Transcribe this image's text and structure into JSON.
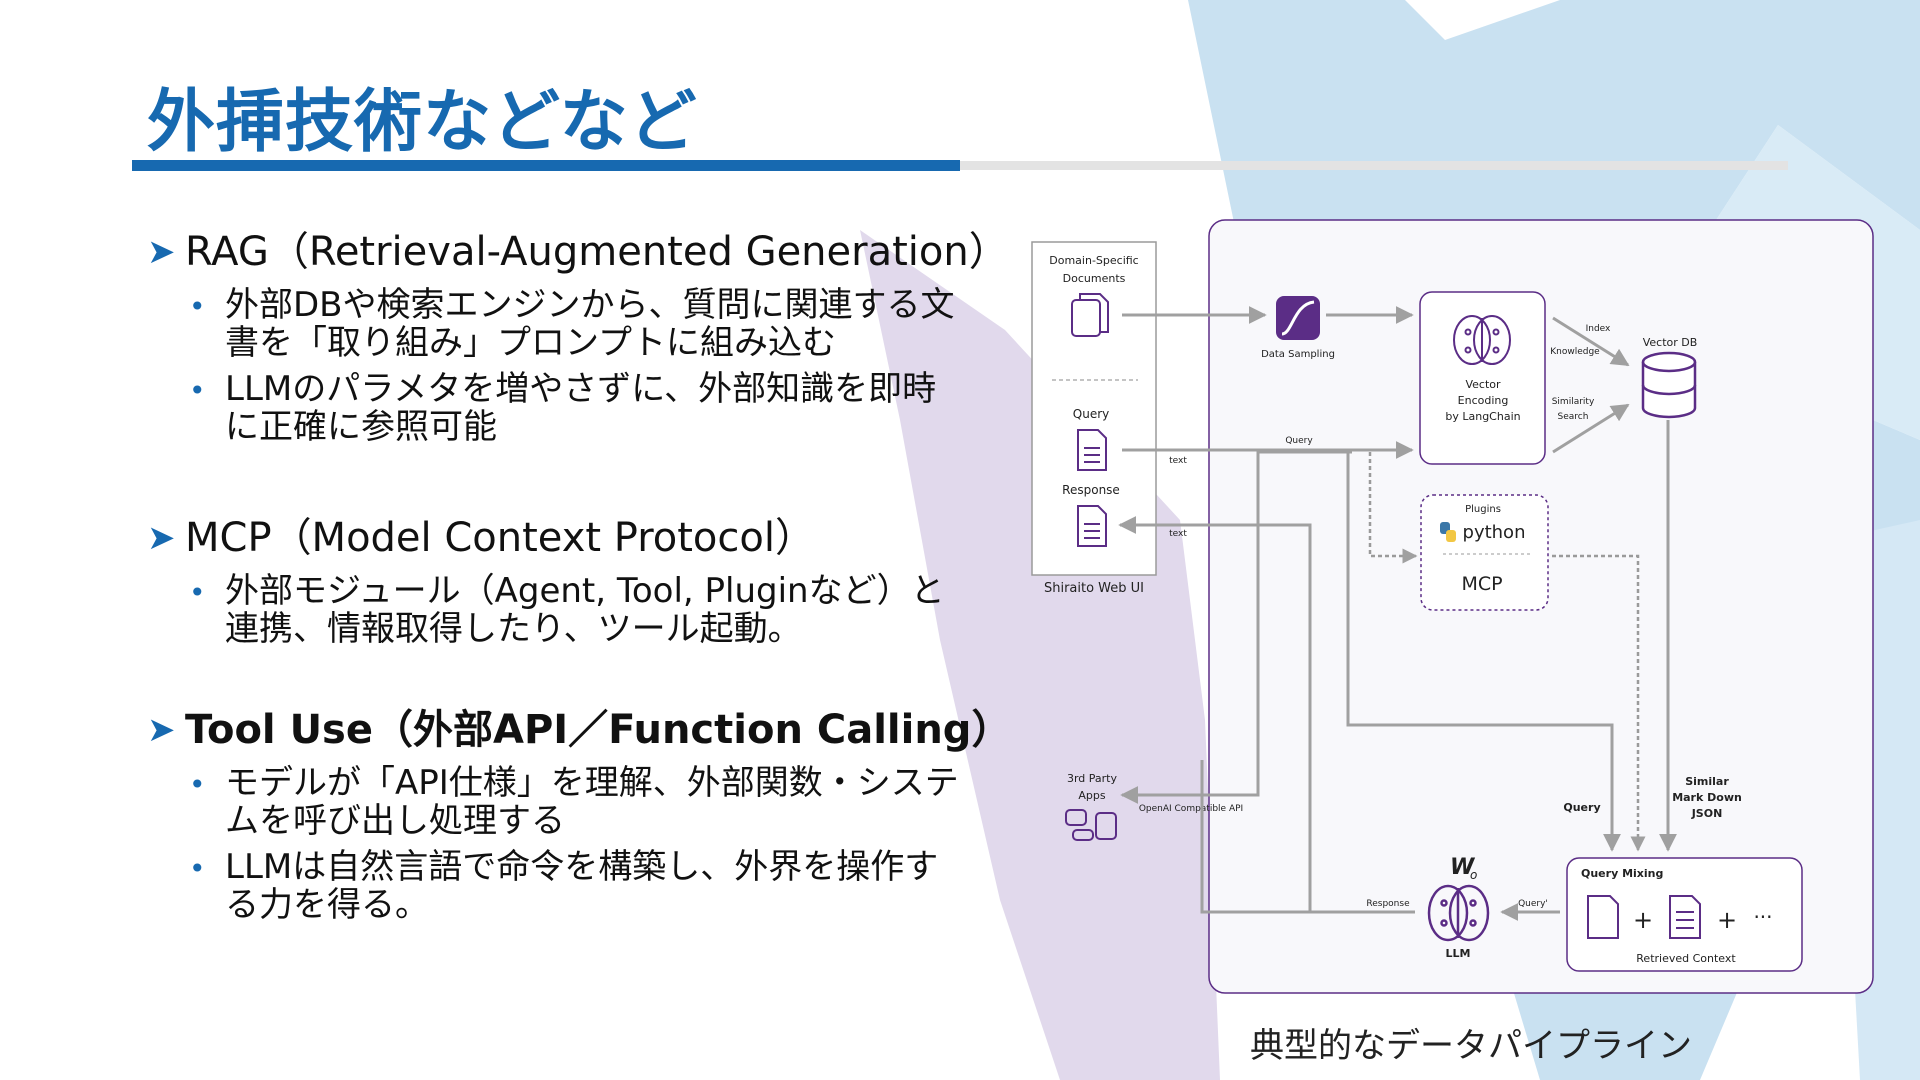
{
  "slide": {
    "title": "外挿技術などなど",
    "caption": "典型的なデータパイプライン"
  },
  "sections": [
    {
      "heading": "RAG（Retrieval-Augmented Generation）",
      "items": [
        "外部DBや検索エンジンから、質問に関連する文書を「取り組み」プロンプトに組み込む",
        "LLMのパラメタを増やさずに、外部知識を即時に正確に参照可能"
      ]
    },
    {
      "heading": "MCP（Model Context Protocol）",
      "items": [
        "外部モジュール（Agent, Tool, Pluginなど）と連携、情報取得したり、ツール起動。"
      ]
    },
    {
      "heading": "Tool Use（外部API／Function Calling）",
      "items": [
        "モデルが「API仕様」を理解、外部関数・システムを呼び出し処理する",
        "LLMは自然言語で命令を構築し、外界を操作する力を得る。"
      ]
    }
  ],
  "diagram": {
    "web_ui": {
      "docs_label_1": "Domain-Specific",
      "docs_label_2": "Documents",
      "query_label": "Query",
      "response_label": "Response",
      "footer": "Shiraito Web UI"
    },
    "data_sampling": "Data Sampling",
    "vector_encoding": [
      "Vector",
      "Encoding",
      "by LangChain"
    ],
    "vector_db": "Vector DB",
    "edge_index": "Index",
    "edge_knowledge": "Knowledge",
    "edge_similarity_1": "Similarity",
    "edge_similarity_2": "Search",
    "edge_query_small": "Query",
    "edge_text_1": "text",
    "edge_text_2": "text",
    "plugins": {
      "title": "Plugins",
      "python": "python",
      "mcp": "MCP"
    },
    "third_party_1": "3rd Party",
    "third_party_2": "Apps",
    "openai_api": "OpenAI Compatible API",
    "query_bold": "Query",
    "similar_1": "Similar",
    "similar_2": "Mark Down",
    "similar_3": "JSON",
    "query_mixing": "Query Mixing",
    "retrieved_context": "Retrieved Context",
    "plus_1": "+",
    "plus_2": "+",
    "ellipsis": "···",
    "llm": "LLM",
    "wo": "W",
    "wo_sub": "o",
    "response_edge": "Response",
    "query_prime": "Query'"
  },
  "colors": {
    "accent_blue": "#1769b0",
    "purple": "#5b2d86",
    "arrow_grey": "#a0a0a0"
  }
}
